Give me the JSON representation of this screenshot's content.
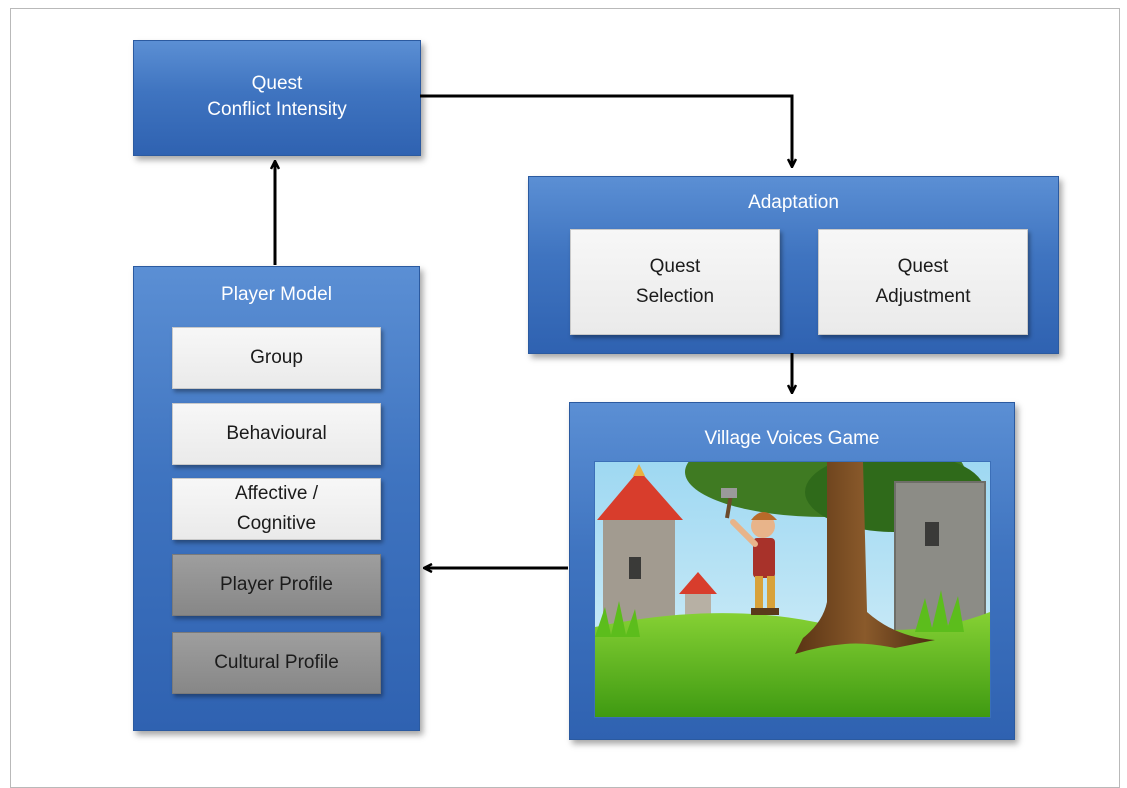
{
  "quest_box": {
    "line1": "Quest",
    "line2": "Conflict Intensity"
  },
  "adaptation": {
    "title": "Adaptation",
    "selection": "Quest\nSelection",
    "adjustment": "Quest\nAdjustment"
  },
  "player_model": {
    "title": "Player Model",
    "items": [
      {
        "label": "Group"
      },
      {
        "label": "Behavioural"
      },
      {
        "label": "Affective /\nCognitive"
      },
      {
        "label": "Player Profile"
      },
      {
        "label": "Cultural Profile"
      }
    ]
  },
  "game": {
    "title": "Village Voices Game"
  },
  "colors": {
    "box_blue": "#3f74c0",
    "item_light": "#eeeeee",
    "item_dark": "#8f8f8f",
    "arrow": "#000000"
  }
}
